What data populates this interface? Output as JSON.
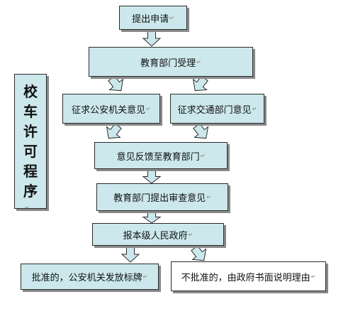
{
  "title_chars": [
    "校",
    "车",
    "许",
    "可",
    "程",
    "序"
  ],
  "steps": {
    "submit": "提出申请",
    "accept": "教育部门受理",
    "police_opinion": "征求公安机关意见",
    "traffic_opinion": "征求交通部门意见",
    "feedback": "意见反馈至教育部门",
    "review": "教育部门提出审查意见",
    "government": "报本级人民政府",
    "approved": "批准的，公安机关发放标牌",
    "rejected": "不批准的，由政府书面说明理由"
  },
  "return_mark": "↵",
  "colors": {
    "box_fill": "#cce8ec",
    "border": "#2b2b2b",
    "shadow": "#8a8a8a"
  }
}
